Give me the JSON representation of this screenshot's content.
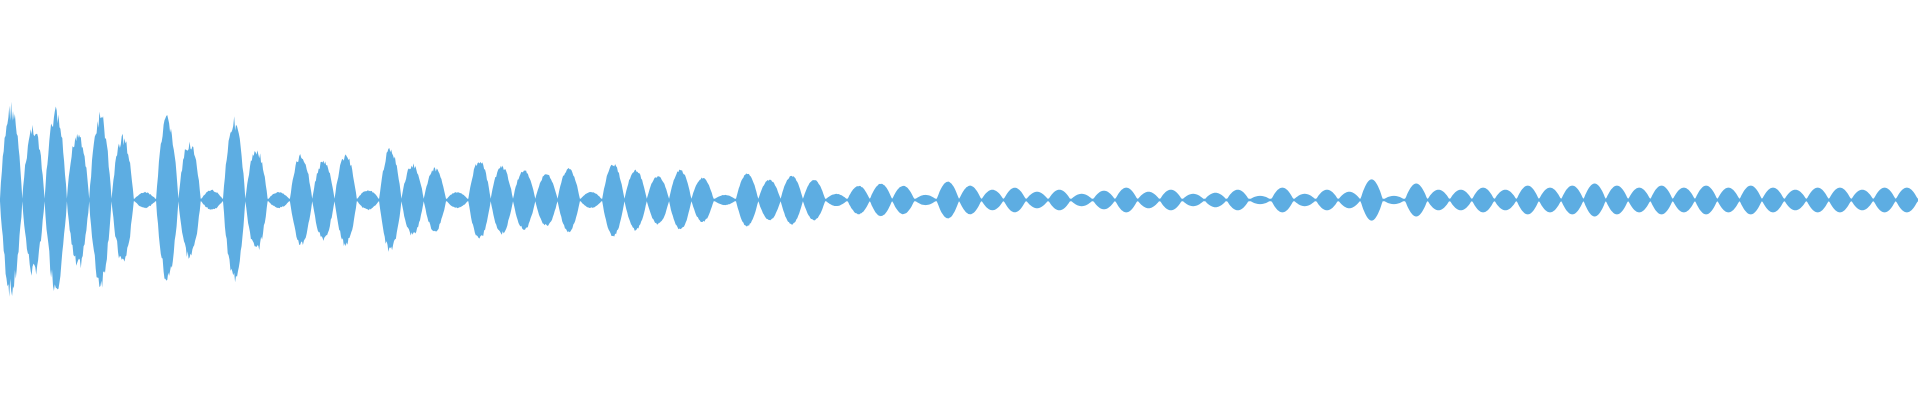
{
  "waveform": {
    "color": "#5dade2",
    "background": "#ffffff",
    "peaks": [
      0.98,
      0.78,
      0.92,
      0.72,
      0.88,
      0.66,
      0.08,
      0.84,
      0.6,
      0.1,
      0.82,
      0.52,
      0.08,
      0.46,
      0.4,
      0.46,
      0.1,
      0.52,
      0.36,
      0.32,
      0.08,
      0.4,
      0.34,
      0.3,
      0.26,
      0.32,
      0.08,
      0.36,
      0.3,
      0.24,
      0.3,
      0.22,
      0.05,
      0.26,
      0.2,
      0.24,
      0.2,
      0.06,
      0.14,
      0.16,
      0.14,
      0.05,
      0.18,
      0.14,
      0.1,
      0.12,
      0.08,
      0.1,
      0.06,
      0.09,
      0.12,
      0.08,
      0.1,
      0.06,
      0.07,
      0.1,
      0.04,
      0.12,
      0.06,
      0.1,
      0.08,
      0.2,
      0.04,
      0.16,
      0.1,
      0.1,
      0.12,
      0.1,
      0.14,
      0.12,
      0.14,
      0.16,
      0.14,
      0.12,
      0.14,
      0.12,
      0.14,
      0.12,
      0.14,
      0.12,
      0.1,
      0.12,
      0.12,
      0.1,
      0.12,
      0.12
    ]
  }
}
